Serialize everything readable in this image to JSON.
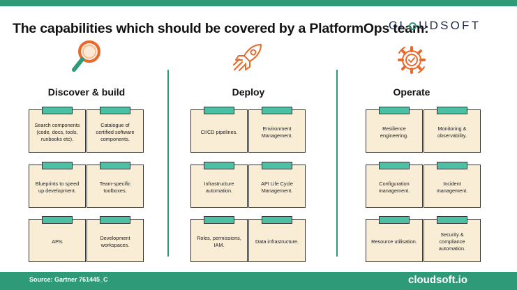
{
  "header": {
    "title": "The capabilities which should be covered by a PlatformOps team:",
    "brand_pre": "CL",
    "brand_post": "UDSOFT"
  },
  "columns": [
    {
      "title": "Discover & build",
      "icon": "magnifier-icon",
      "cards": [
        "Search components (code, docs, tools, runbooks etc).",
        "Catalogue of certified software components.",
        "Blueprints to speed up development.",
        "Team-specific toolboxes.",
        "APIs",
        "Development workspaces."
      ]
    },
    {
      "title": "Deploy",
      "icon": "rocket-icon",
      "cards": [
        "CI/CD pipelines.",
        "Environment Management.",
        "Infrastructure automation.",
        "API Life Cycle Management.",
        "Roles, permissions, IAM.",
        "Data infrastructure."
      ]
    },
    {
      "title": "Operate",
      "icon": "gear-check-icon",
      "cards": [
        "Resilience engineering.",
        "Monitoring & observability.",
        "Configuration management.",
        "Incident management.",
        "Resource utilisation.",
        "Security & compliance automation."
      ]
    }
  ],
  "footer": {
    "source": "Source: Gartner 761445_C",
    "site": "cloudsoft.io"
  },
  "colors": {
    "accent": "#2e9a78",
    "card_fill": "#f9edd6",
    "card_tab": "#4dbfa2",
    "icon_orange": "#e8692e"
  }
}
